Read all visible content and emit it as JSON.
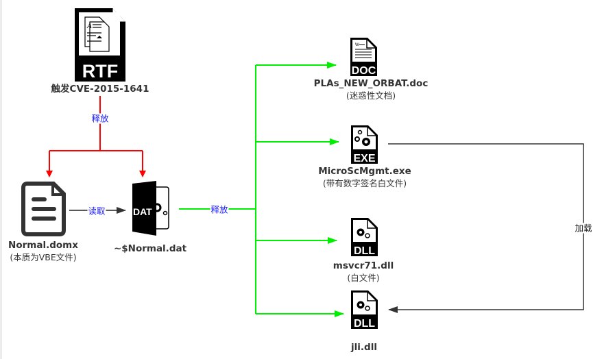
{
  "nodes": {
    "rtf": {
      "icon_label": "RTF",
      "label": "触发CVE-2015-1641"
    },
    "normal_domx": {
      "label": "Normal.domx",
      "sublabel": "(本质为VBE文件)"
    },
    "normal_dat": {
      "icon_label": "DAT",
      "label": "~$Normal.dat"
    },
    "doc": {
      "icon_label": "DOC",
      "label": "PLAs_NEW_ORBAT.doc",
      "sublabel": "(迷惑性文档)"
    },
    "exe": {
      "icon_label": "EXE",
      "label": "MicroScMgmt.exe",
      "sublabel": "(带有数字签名白文件)"
    },
    "msvcr": {
      "icon_label": "DLL",
      "label": "msvcr71.dll",
      "sublabel": "(白文件)"
    },
    "jli": {
      "icon_label": "DLL",
      "label": "jli.dll"
    }
  },
  "edges": {
    "rtf_release": "释放",
    "read": "读取",
    "dat_release": "释放",
    "load": "加载"
  },
  "colors": {
    "release_red": "#ff0000",
    "release_green": "#00ee00",
    "load_dark": "#333333",
    "edge_label_blue": "#1a1aff",
    "icon_black": "#000000",
    "icon_gray": "#333333"
  }
}
